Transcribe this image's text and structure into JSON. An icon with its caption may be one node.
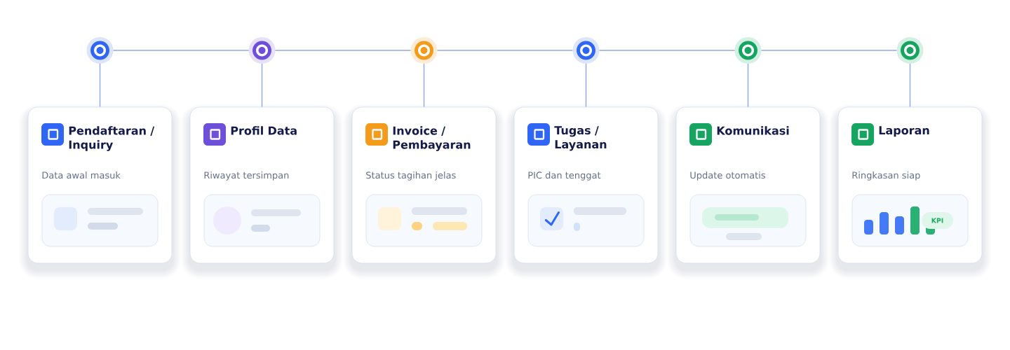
{
  "diagram": {
    "nodes": [
      {
        "text": [],
        "shape": "circle"
      },
      {
        "text": [],
        "shape": "circle"
      },
      {
        "text": [],
        "shape": "circle"
      },
      {
        "text": [],
        "shape": "circle"
      },
      {
        "text": [],
        "shape": "circle"
      },
      {
        "text": [],
        "shape": "circle"
      },
      {
        "text": [
          "Pendaftaran / Inquiry",
          "Data awal masuk"
        ]
      },
      {
        "text": [
          "Profil Data",
          "Riwayat tersimpan"
        ]
      },
      {
        "text": [
          "Invoice / Pembayaran",
          "Status tagihan jelas"
        ]
      },
      {
        "text": [
          "Tugas / Layanan",
          "PIC dan tenggat"
        ]
      },
      {
        "text": [
          "Komunikasi",
          "Update otomatis"
        ]
      },
      {
        "text": [
          "Laporan",
          "Ringkasan siap"
        ]
      },
      {
        "text": [
          "KPI"
        ],
        "in": 11
      }
    ],
    "edges": [
      {
        "from": 0,
        "to": 1,
        "arrow": "none"
      },
      {
        "from": 1,
        "to": 2,
        "arrow": "none"
      },
      {
        "from": 2,
        "to": 3,
        "arrow": "none"
      },
      {
        "from": 3,
        "to": 4,
        "arrow": "none"
      },
      {
        "from": 4,
        "to": 5,
        "arrow": "none"
      },
      {
        "from": 0,
        "to": 6,
        "arrow": "none"
      },
      {
        "from": 1,
        "to": 7,
        "arrow": "none"
      },
      {
        "from": 2,
        "to": 8,
        "arrow": "none"
      },
      {
        "from": 3,
        "to": 9,
        "arrow": "none"
      },
      {
        "from": 4,
        "to": 10,
        "arrow": "none"
      },
      {
        "from": 5,
        "to": 11,
        "arrow": "none"
      }
    ]
  }
}
